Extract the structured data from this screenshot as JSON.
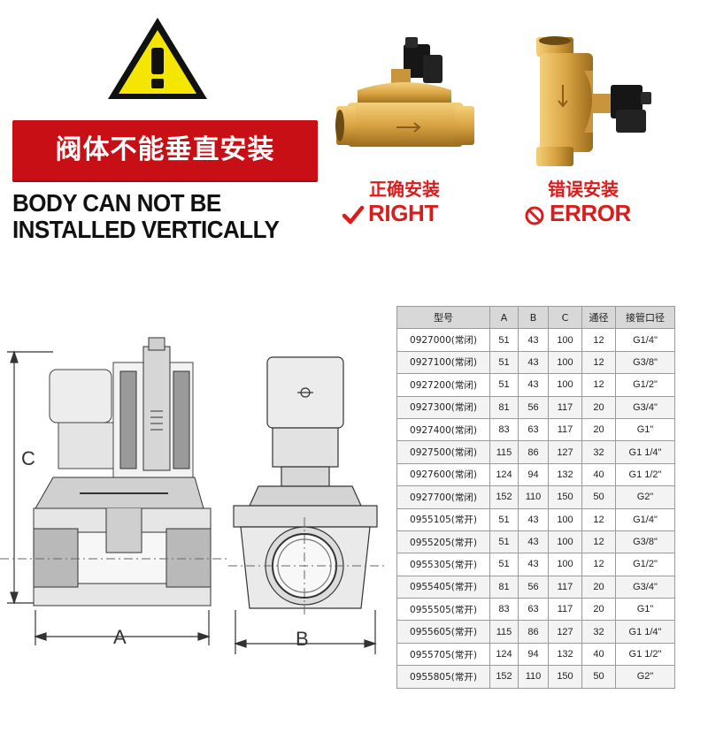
{
  "warning": {
    "title_cn": "阀体不能垂直安装",
    "line1": "BODY CAN NOT BE",
    "line2": "INSTALLED VERTICALLY"
  },
  "right": {
    "cn": "正确安装",
    "en": "RIGHT",
    "icon": "check-icon"
  },
  "error": {
    "cn": "错误安装",
    "en": "ERROR",
    "icon": "no-entry-icon"
  },
  "dims": {
    "a": "A",
    "b": "B",
    "c": "C"
  },
  "table": {
    "headers": [
      "型号",
      "A",
      "B",
      "C",
      "通径",
      "接管口径"
    ],
    "rows": [
      [
        "0927000(常闭)",
        "51",
        "43",
        "100",
        "12",
        "G1/4\""
      ],
      [
        "0927100(常闭)",
        "51",
        "43",
        "100",
        "12",
        "G3/8\""
      ],
      [
        "0927200(常闭)",
        "51",
        "43",
        "100",
        "12",
        "G1/2\""
      ],
      [
        "0927300(常闭)",
        "81",
        "56",
        "117",
        "20",
        "G3/4\""
      ],
      [
        "0927400(常闭)",
        "83",
        "63",
        "117",
        "20",
        "G1\""
      ],
      [
        "0927500(常闭)",
        "115",
        "86",
        "127",
        "32",
        "G1 1/4\""
      ],
      [
        "0927600(常闭)",
        "124",
        "94",
        "132",
        "40",
        "G1 1/2\""
      ],
      [
        "0927700(常闭)",
        "152",
        "110",
        "150",
        "50",
        "G2\""
      ],
      [
        "0955105(常开)",
        "51",
        "43",
        "100",
        "12",
        "G1/4\""
      ],
      [
        "0955205(常开)",
        "51",
        "43",
        "100",
        "12",
        "G3/8\""
      ],
      [
        "0955305(常开)",
        "51",
        "43",
        "100",
        "12",
        "G1/2\""
      ],
      [
        "0955405(常开)",
        "81",
        "56",
        "117",
        "20",
        "G3/4\""
      ],
      [
        "0955505(常开)",
        "83",
        "63",
        "117",
        "20",
        "G1\""
      ],
      [
        "0955605(常开)",
        "115",
        "86",
        "127",
        "32",
        "G1 1/4\""
      ],
      [
        "0955705(常开)",
        "124",
        "94",
        "132",
        "40",
        "G1 1/2\""
      ],
      [
        "0955805(常开)",
        "152",
        "110",
        "150",
        "50",
        "G2\""
      ]
    ]
  },
  "colors": {
    "warning_red": "#c90f16",
    "caption_red": "#d91c1c",
    "brass": "#d9a443",
    "warning_yellow": "#f5e600"
  }
}
